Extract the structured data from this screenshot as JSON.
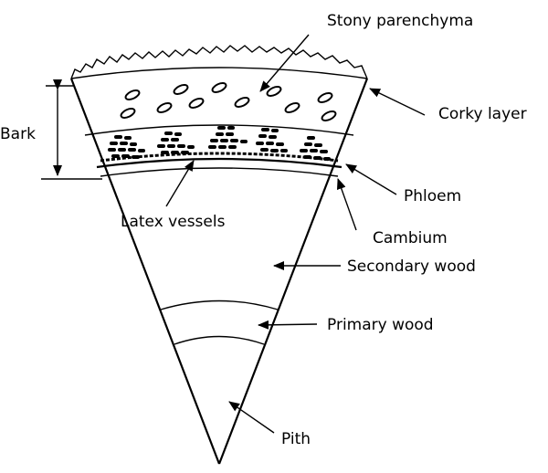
{
  "labels": {
    "stony_parenchyma": "Stony parenchyma",
    "corky_layer": "Corky layer",
    "bark": "Bark",
    "phloem": "Phloem",
    "latex_vessels": "Latex vessels",
    "cambium": "Cambium",
    "secondary_wood": "Secondary wood",
    "primary_wood": "Primary wood",
    "pith": "Pith"
  }
}
